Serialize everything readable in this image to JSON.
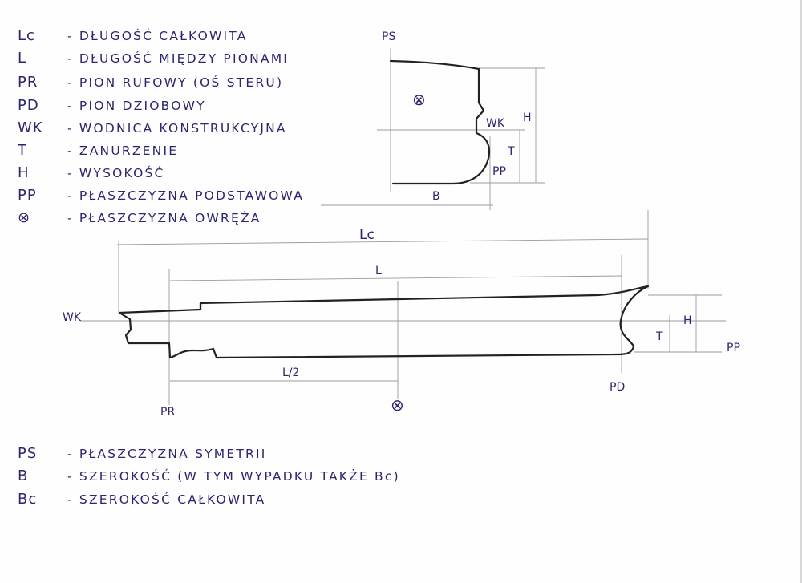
{
  "legend_top": [
    {
      "symbol": "Lc",
      "text": "- DŁUGOŚĆ CAŁKOWITA"
    },
    {
      "symbol": "L",
      "text": "- DŁUGOŚĆ MIĘDZY PIONAMI"
    },
    {
      "symbol": "PR",
      "text": "- PION RUFOWY (OŚ STERU)"
    },
    {
      "symbol": "PD",
      "text": "- PION DZIOBOWY"
    },
    {
      "symbol": "WK",
      "text": "- WODNICA KONSTRUKCYJNA"
    },
    {
      "symbol": "T",
      "text": "- ZANURZENIE"
    },
    {
      "symbol": "H",
      "text": "- WYSOKOŚĆ"
    },
    {
      "symbol": "PP",
      "text": "- PŁASZCZYZNA PODSTAWOWA"
    },
    {
      "symbol": "⊗",
      "text": "- PŁASZCZYZNA OWRĘŻA"
    }
  ],
  "legend_bottom": [
    {
      "symbol": "PS",
      "text": "- PŁASZCZYZNA SYMETRII"
    },
    {
      "symbol": "B",
      "text": "- SZEROKOŚĆ (W TYM WYPADKU TAKŻE Bc)"
    },
    {
      "symbol": "Bc",
      "text": "- SZEROKOŚĆ CAŁKOWITA"
    }
  ],
  "section_view": {
    "ps": "PS",
    "midship": "⊗",
    "wk": "WK",
    "t": "T",
    "h": "H",
    "pp": "PP",
    "b": "B"
  },
  "side_view": {
    "lc": "Lc",
    "l": "L",
    "wk": "WK",
    "half_l": "L/2",
    "pr": "PR",
    "pd": "PD",
    "midship": "⊗",
    "t": "T",
    "h": "H",
    "pp": "PP"
  }
}
